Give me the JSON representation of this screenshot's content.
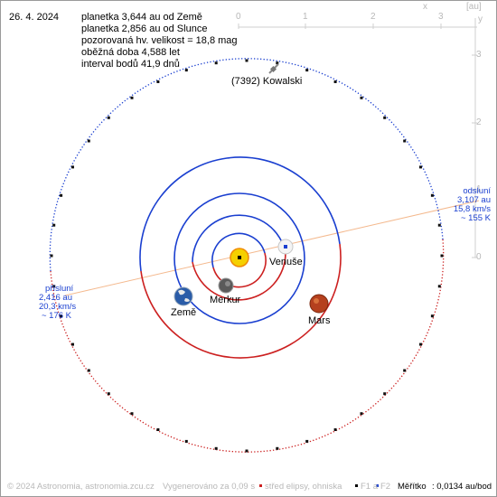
{
  "date": "26. 4. 2024",
  "info_lines": [
    "planetka 3,644 au od Země",
    "planetka 2,856 au od Slunce",
    "pozorovaná hv. velikost = 18,8 mag",
    "oběžná doba 4,588 let",
    "interval bodů 41,9 dnů"
  ],
  "asteroid_label": "(7392) Kowalski",
  "planets": {
    "venus": "Venuše",
    "mercury": "Merkur",
    "earth": "Země",
    "mars": "Mars"
  },
  "aphelion": {
    "title": "odsluní",
    "dist": "3,107 au",
    "speed": "15,8 km/s",
    "temp": "~ 155 K"
  },
  "perihelion": {
    "title": "přísluní",
    "dist": "2,416 au",
    "speed": "20,3 km/s",
    "temp": "~ 176 K"
  },
  "axis": {
    "top_ticks": [
      "0",
      "1",
      "2",
      "3"
    ],
    "right_ticks": [
      "3",
      "2",
      "1",
      "0"
    ],
    "x_label": "x",
    "unit_label": "[au]",
    "y_label": "y"
  },
  "footer": {
    "copyright": "© 2024 Astronomia, astronomia.zcu.cz",
    "generated": "Vygenerováno za 0,09 s",
    "legend_center": "střed elipsy, ohniska",
    "legend_f1": "F1 a",
    "legend_f2": "F2",
    "scale_label": "Měřítko",
    "scale_value": ": 0,0134 au/bod"
  },
  "colors": {
    "orbit_above": "#1a3fd0",
    "orbit_below": "#cc2020",
    "apsidal_line": "#f4b98e",
    "sun": "#f5d000",
    "mars": "#b5401e",
    "earth": "#2a5ca8"
  }
}
